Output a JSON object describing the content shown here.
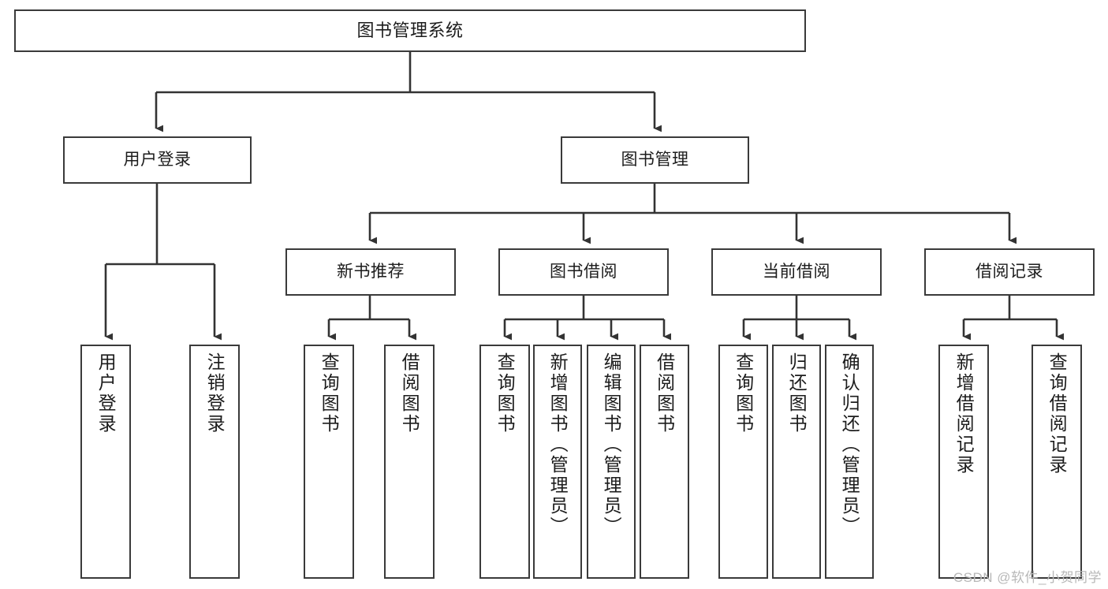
{
  "diagram": {
    "type": "tree-hierarchy-chart",
    "title": "图书管理系统",
    "orientation": "top-down",
    "colors": {
      "box_border": "#3a3a3a",
      "box_fill": "#ffffff",
      "connector": "#333333",
      "text": "#1c1c1c",
      "watermark": "#b8b8b8",
      "background": "#ffffff"
    },
    "root": {
      "label": "图书管理系统"
    },
    "level2": [
      {
        "label": "用户登录"
      },
      {
        "label": "图书管理"
      }
    ],
    "level3": [
      {
        "label": "新书推荐"
      },
      {
        "label": "图书借阅"
      },
      {
        "label": "当前借阅"
      },
      {
        "label": "借阅记录"
      }
    ],
    "leaves": {
      "user_login": [
        {
          "label": "用户登录"
        },
        {
          "label": "注销登录"
        }
      ],
      "new_book_recommend": [
        {
          "label": "查询图书"
        },
        {
          "label": "借阅图书"
        }
      ],
      "book_borrow": [
        {
          "label": "查询图书"
        },
        {
          "label": "新增图书（管理员）"
        },
        {
          "label": "编辑图书（管理员）"
        },
        {
          "label": "借阅图书"
        }
      ],
      "current_borrow": [
        {
          "label": "查询图书"
        },
        {
          "label": "归还图书"
        },
        {
          "label": "确认归还（管理员）"
        }
      ],
      "borrow_record": [
        {
          "label": "新增借阅记录"
        },
        {
          "label": "查询借阅记录"
        }
      ]
    }
  },
  "watermark": {
    "text": "CSDN @软件_小贺同学"
  }
}
